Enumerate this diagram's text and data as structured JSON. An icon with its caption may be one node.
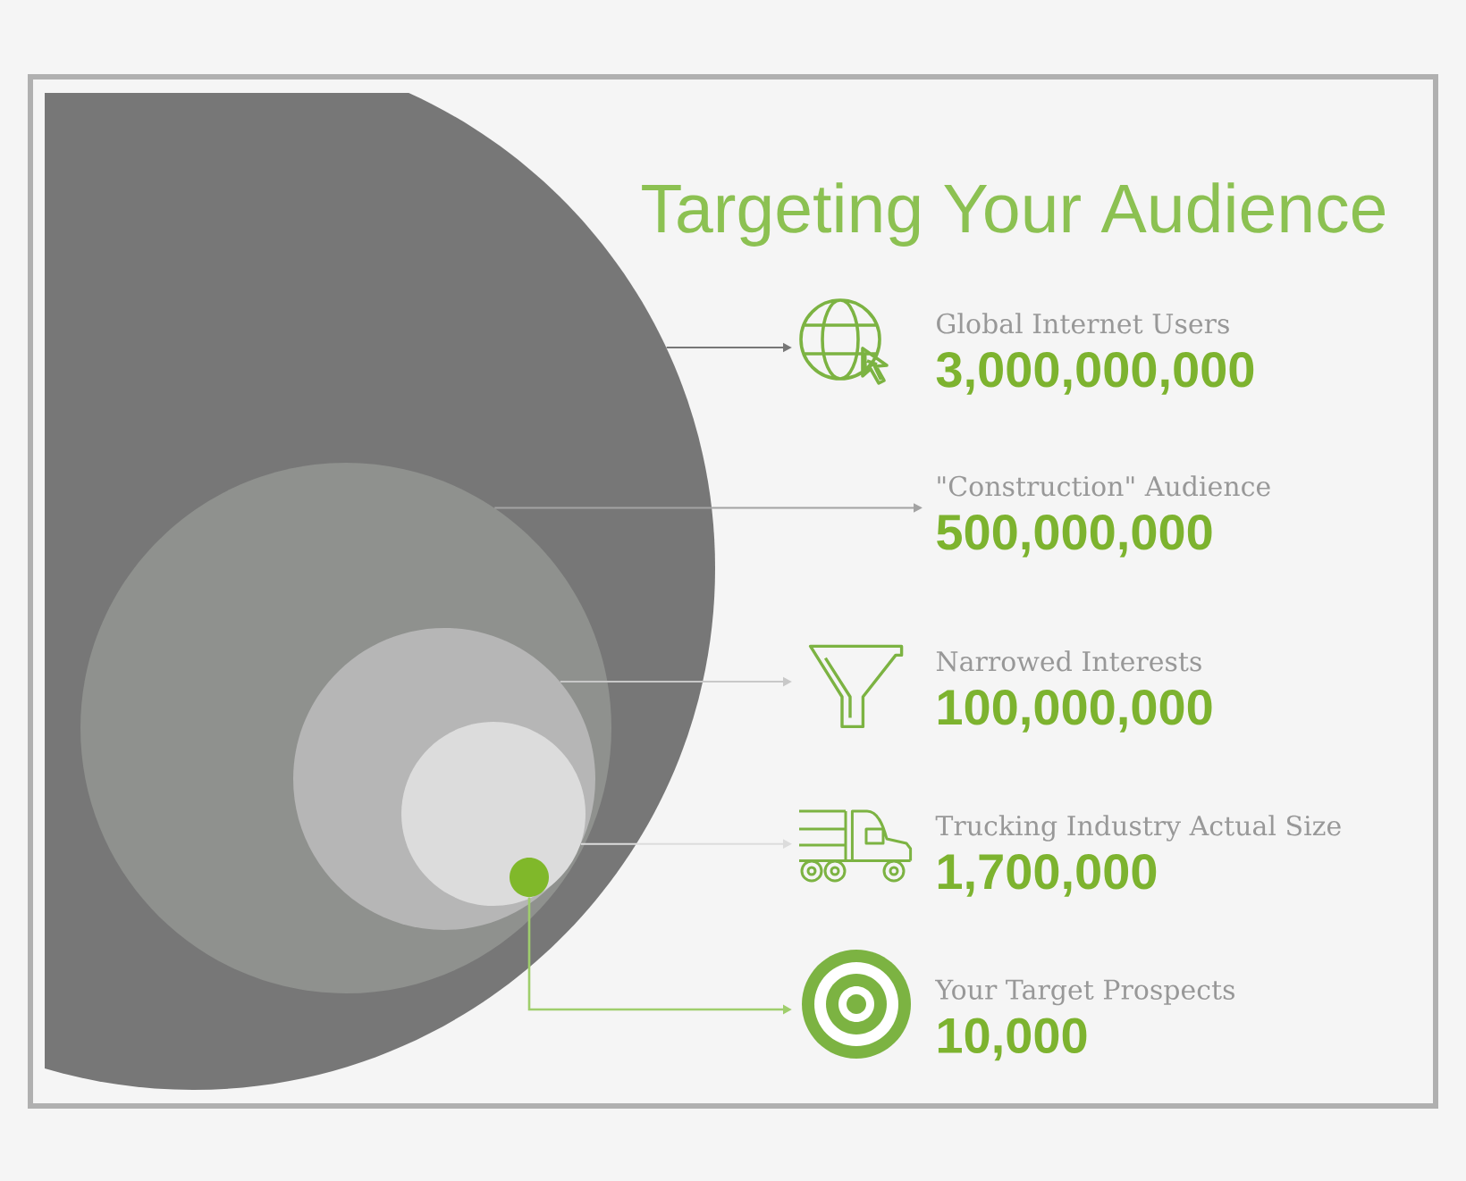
{
  "diagram": {
    "title": "Targeting Your Audience",
    "nodes": [
      {
        "text": [],
        "shape": "circle"
      },
      {
        "text": [],
        "shape": "circle",
        "in": 0
      },
      {
        "text": [],
        "shape": "circle",
        "in": 1
      },
      {
        "text": [],
        "shape": "circle",
        "in": 2
      },
      {
        "text": [],
        "shape": "circle",
        "in": 3
      },
      {
        "text": [
          "Global Internet Users",
          "3,000,000,000"
        ]
      },
      {
        "text": [
          "\"Construction\" Audience",
          "500,000,000"
        ]
      },
      {
        "text": [
          "Narrowed Interests",
          "100,000,000"
        ]
      },
      {
        "text": [
          "Trucking Industry Actual Size",
          "1,700,000"
        ]
      },
      {
        "text": [
          "Your Target Prospects",
          "10,000"
        ]
      }
    ],
    "edges": [
      {
        "from": 0,
        "to": 5,
        "arrow": "to",
        "color": "#777777"
      },
      {
        "from": 1,
        "to": 6,
        "arrow": "to",
        "color": "#a3a3a3"
      },
      {
        "from": 2,
        "to": 7,
        "arrow": "to",
        "color": "#c8c8c8"
      },
      {
        "from": 3,
        "to": 8,
        "arrow": "to",
        "color": "#dcdcdc"
      },
      {
        "from": 4,
        "to": 9,
        "arrow": "to",
        "color": "#9fce6c"
      }
    ]
  }
}
